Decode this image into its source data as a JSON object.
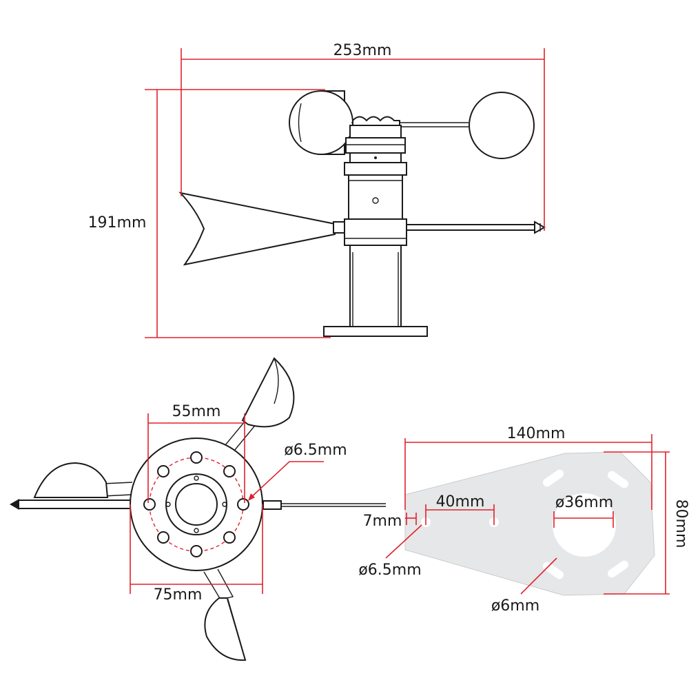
{
  "labels": {
    "overall_width": "253mm",
    "overall_height": "191mm",
    "bolt_circle": "55mm",
    "base_diameter": "75mm",
    "base_hole": "ø6.5mm",
    "bracket_length": "140mm",
    "bracket_height": "80mm",
    "hole_spacing": "40mm",
    "edge_offset": "7mm",
    "bracket_hole": "ø6.5mm",
    "center_hole": "ø36mm",
    "slot_width": "ø6mm"
  },
  "colors": {
    "dimension": "#e0202a",
    "outline": "#1a1a1a",
    "plate": "#e6e7e8"
  }
}
